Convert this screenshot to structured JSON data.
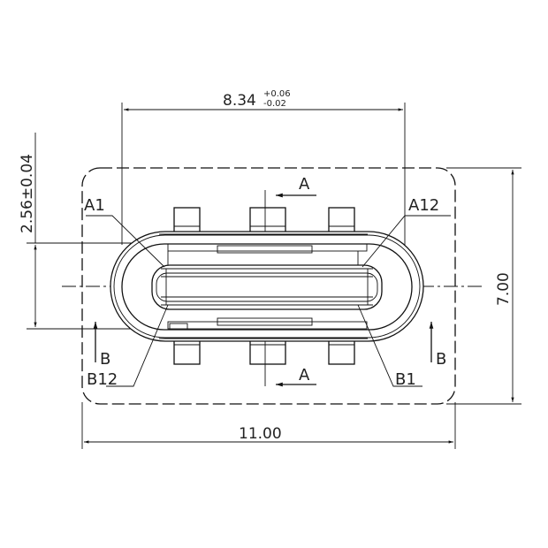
{
  "dimensions": {
    "width_top": {
      "value": "8.34",
      "tol_plus": "+0.06",
      "tol_minus": "-0.02"
    },
    "height_right": "7.00",
    "width_bottom": "11.00",
    "height_left": "2.56±0.04"
  },
  "pin_labels": {
    "a1": "A1",
    "a12": "A12",
    "b12": "B12",
    "b1": "B1"
  },
  "section_labels": {
    "a_top": "A",
    "a_bottom": "A",
    "b_left": "B",
    "b_right": "B"
  },
  "line_color": "#111111"
}
